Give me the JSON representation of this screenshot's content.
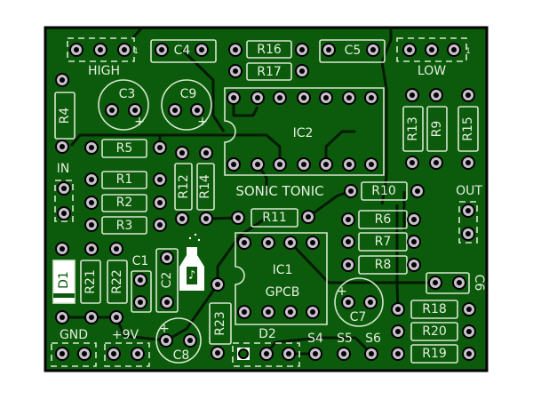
{
  "board": {
    "title": "SONIC TONIC",
    "colors": {
      "board": "#0c5a0c",
      "silkscreen": "#e6efe0",
      "pad": "#c8c0cc",
      "trace": "#051a05"
    },
    "headers": {
      "high": "HIGH",
      "low": "LOW",
      "in": "IN",
      "out": "OUT",
      "gnd": "GND",
      "v9": "+9V",
      "pin1": "1"
    },
    "ics": {
      "ic1": "IC1",
      "ic1_sub": "GPCB",
      "ic2": "IC2"
    },
    "resistors": [
      "R1",
      "R2",
      "R3",
      "R4",
      "R5",
      "R6",
      "R7",
      "R8",
      "R9",
      "R10",
      "R11",
      "R12",
      "R13",
      "R14",
      "R15",
      "R16",
      "R17",
      "R18",
      "R19",
      "R20",
      "R21",
      "R22",
      "R23"
    ],
    "capacitors": [
      "C1",
      "C2",
      "C3",
      "C4",
      "C5",
      "C6",
      "C7",
      "C8",
      "C9"
    ],
    "diodes": [
      "D1",
      "D2"
    ],
    "switch_pins": [
      "S4",
      "S5",
      "S6"
    ],
    "polarity": "+"
  }
}
